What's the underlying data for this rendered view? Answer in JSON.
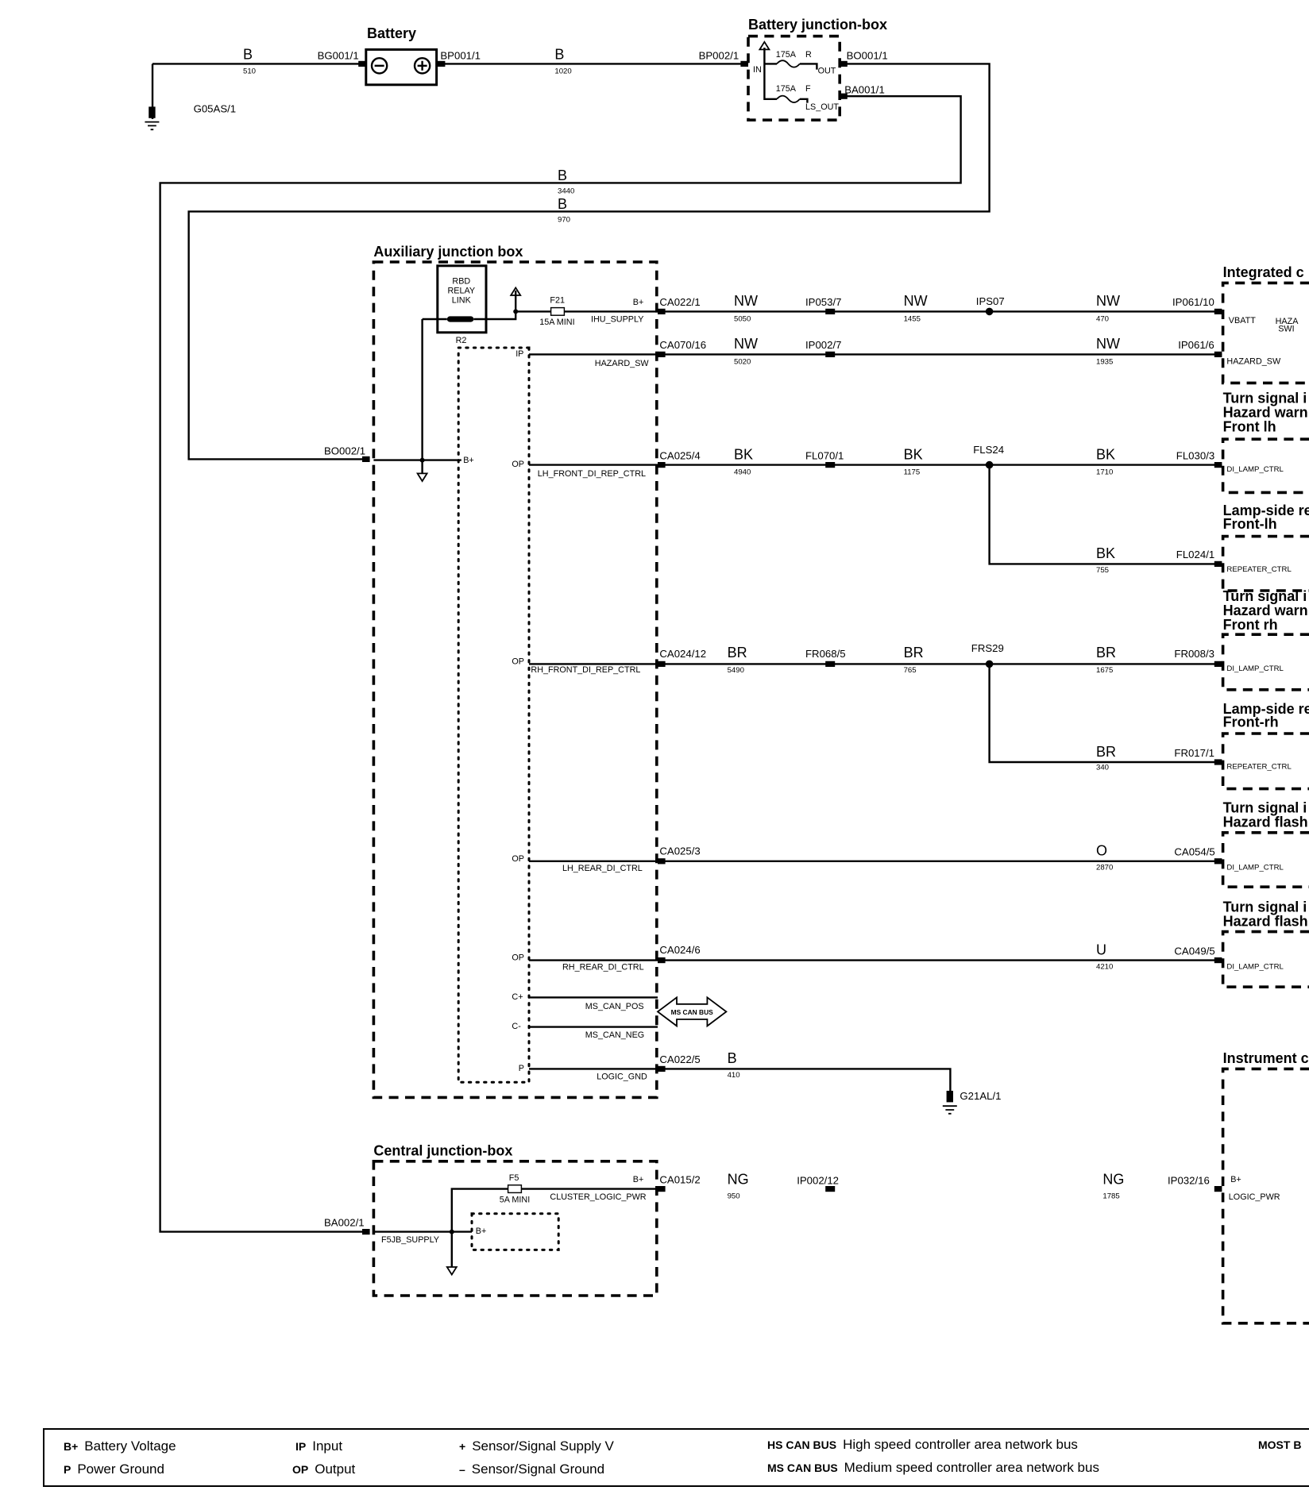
{
  "boxes": {
    "battery": "Battery",
    "battery_jb": "Battery junction-box",
    "aux_jb": "Auxiliary junction box",
    "central_jb": "Central junction-box",
    "integrated": "Integrated c",
    "ts_front_lh": [
      "Turn signal i",
      "Hazard warn",
      "Front lh"
    ],
    "lamp_front_lh": [
      "Lamp-side re",
      "Front-lh"
    ],
    "ts_front_rh": [
      "Turn signal i",
      "Hazard warn",
      "Front rh"
    ],
    "lamp_front_rh": [
      "Lamp-side re",
      "Front-rh"
    ],
    "ts_rear_lh": [
      "Turn signal i",
      "Hazard flash"
    ],
    "ts_rear_rh": [
      "Turn signal i",
      "Hazard flash"
    ],
    "instrument": "Instrument c"
  },
  "battery_jb": {
    "fuse_r_rating": "175A",
    "fuse_r_id": "R",
    "out": "OUT",
    "fuse_f_rating": "175A",
    "fuse_f_id": "F",
    "ls_out": "LS_OUT",
    "in": "IN"
  },
  "aux": {
    "relay": [
      "RBD",
      "RELAY",
      "LINK"
    ],
    "relay_id": "R2",
    "fuse_id": "F21",
    "fuse_rating": "15A MINI",
    "pins": {
      "bplus_top": "B+",
      "ip": "IP",
      "bplus": "B+",
      "op1": "OP",
      "op2": "OP",
      "op3": "OP",
      "op4": "OP",
      "cplus": "C+",
      "cminus": "C-",
      "p": "P"
    },
    "signals": {
      "ihu_supply": "IHU_SUPPLY",
      "hazard_sw": "HAZARD_SW",
      "lh_front": "LH_FRONT_DI_REP_CTRL",
      "rh_front": "RH_FRONT_DI_REP_CTRL",
      "lh_rear": "LH_REAR_DI_CTRL",
      "rh_rear": "RH_REAR_DI_CTRL",
      "can_pos": "MS_CAN_POS",
      "can_neg": "MS_CAN_NEG",
      "logic_gnd": "LOGIC_GND"
    },
    "can_bus": "MS CAN BUS"
  },
  "central": {
    "fuse_id": "F5",
    "fuse_rating": "5A MINI",
    "bplus": "B+",
    "bplus_inner": "B+",
    "signal": "CLUSTER_LOGIC_PWR",
    "supply": "F5JB_SUPPLY"
  },
  "connectors": {
    "bg001": "BG001/1",
    "bp001": "BP001/1",
    "bp002": "BP002/1",
    "bo001": "BO001/1",
    "ba001": "BA001/1",
    "g05as": "G05AS/1",
    "bo002": "BO002/1",
    "ba002": "BA002/1",
    "ca022_1": "CA022/1",
    "ip053": "IP053/7",
    "ips07": "IPS07",
    "ip061_10": "IP061/10",
    "ca070": "CA070/16",
    "ip002_7": "IP002/7",
    "ip061_6": "IP061/6",
    "ca025_4": "CA025/4",
    "fl070": "FL070/1",
    "fls24": "FLS24",
    "fl030": "FL030/3",
    "fl024": "FL024/1",
    "ca024_12": "CA024/12",
    "fr068": "FR068/5",
    "frs29": "FRS29",
    "fr008": "FR008/3",
    "fr017": "FR017/1",
    "ca025_3": "CA025/3",
    "ca054": "CA054/5",
    "ca024_6": "CA024/6",
    "ca049": "CA049/5",
    "ca022_5": "CA022/5",
    "g21al": "G21AL/1",
    "ca015": "CA015/2",
    "ip002_12": "IP002/12",
    "ip032": "IP032/16"
  },
  "wires": [
    {
      "color": "B",
      "num": "510"
    },
    {
      "color": "B",
      "num": "1020"
    },
    {
      "color": "B",
      "num": "3440"
    },
    {
      "color": "B",
      "num": "970"
    },
    {
      "color": "NW",
      "num": "5050"
    },
    {
      "color": "NW",
      "num": "1455"
    },
    {
      "color": "NW",
      "num": "470"
    },
    {
      "color": "NW",
      "num": "5020"
    },
    {
      "color": "NW",
      "num": "1935"
    },
    {
      "color": "BK",
      "num": "4940"
    },
    {
      "color": "BK",
      "num": "1175"
    },
    {
      "color": "BK",
      "num": "1710"
    },
    {
      "color": "BK",
      "num": "755"
    },
    {
      "color": "BR",
      "num": "5490"
    },
    {
      "color": "BR",
      "num": "765"
    },
    {
      "color": "BR",
      "num": "1675"
    },
    {
      "color": "BR",
      "num": "340"
    },
    {
      "color": "O",
      "num": "2870"
    },
    {
      "color": "U",
      "num": "4210"
    },
    {
      "color": "B",
      "num": "410"
    },
    {
      "color": "NG",
      "num": "950"
    },
    {
      "color": "NG",
      "num": "1785"
    }
  ],
  "right_pins": {
    "vbatt": "VBATT",
    "haza": "HAZA",
    "swi": "SWI",
    "hazard_sw": "HAZARD_SW",
    "di1": "DI_LAMP_CTRL",
    "rep1": "REPEATER_CTRL",
    "di2": "DI_LAMP_CTRL",
    "rep2": "REPEATER_CTRL",
    "di3": "DI_LAMP_CTRL",
    "di4": "DI_LAMP_CTRL",
    "bplus": "B+",
    "logic_pwr": "LOGIC_PWR"
  },
  "legend": {
    "bplus_abbr": "B+",
    "bplus_text": "Battery Voltage",
    "p_abbr": "P",
    "p_text": "Power Ground",
    "ip_abbr": "IP",
    "ip_text": "Input",
    "op_abbr": "OP",
    "op_text": "Output",
    "plus_abbr": "+",
    "plus_text": "Sensor/Signal Supply V",
    "minus_abbr": "–",
    "minus_text": "Sensor/Signal Ground",
    "hs_abbr": "HS CAN BUS",
    "hs_text": "High speed controller area network bus",
    "ms_abbr": "MS CAN BUS",
    "ms_text": "Medium speed controller area network bus",
    "most_abbr": "MOST B"
  }
}
